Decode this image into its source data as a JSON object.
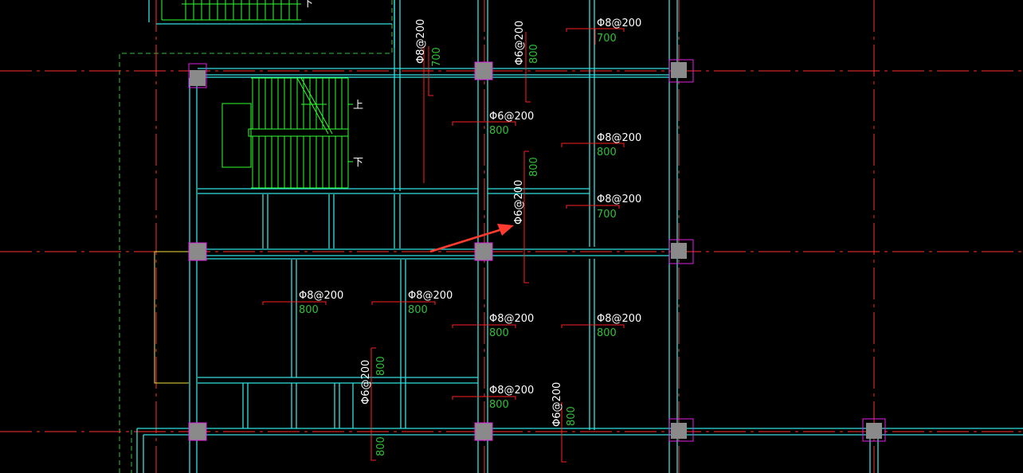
{
  "colors": {
    "background": "#000000",
    "axis": "#ff3030",
    "beam": "#30e0e0",
    "stair": "#30ff30",
    "column_fill": "#8a8a8a",
    "column_outline": "#e020e0",
    "rebar": "#ff2020",
    "label_top": "#ffffff",
    "label_bottom": "#2fbf3a",
    "arrow": "#ff3b2f",
    "boundary": "#f0e040"
  },
  "stairs": {
    "up_label": "上",
    "down_label": "下",
    "down_label_top": "下"
  },
  "labels": [
    {
      "top": "Φ8@200",
      "bottom": "700"
    },
    {
      "top": "Φ8@200",
      "bottom": "700"
    },
    {
      "top": "Φ6@200",
      "bottom": "800"
    },
    {
      "top": "Φ6@200",
      "bottom": "800"
    },
    {
      "top": "Φ8@200",
      "bottom": "800"
    },
    {
      "top": "Φ8@200",
      "bottom": "700"
    },
    {
      "top": "Φ6@200",
      "bottom": "800"
    },
    {
      "top": "Φ8@200",
      "bottom": "800"
    },
    {
      "top": "Φ8@200",
      "bottom": "800"
    },
    {
      "top": "Φ8@200",
      "bottom": "800"
    },
    {
      "top": "Φ8@200",
      "bottom": "800"
    },
    {
      "top": "Φ6@200",
      "bottom": "800"
    },
    {
      "top": "Φ8@200",
      "bottom": "800"
    },
    {
      "top": "Φ6@200",
      "bottom": "800"
    }
  ],
  "annotation": {
    "arrow_icon": "red-pointer-arrow"
  }
}
